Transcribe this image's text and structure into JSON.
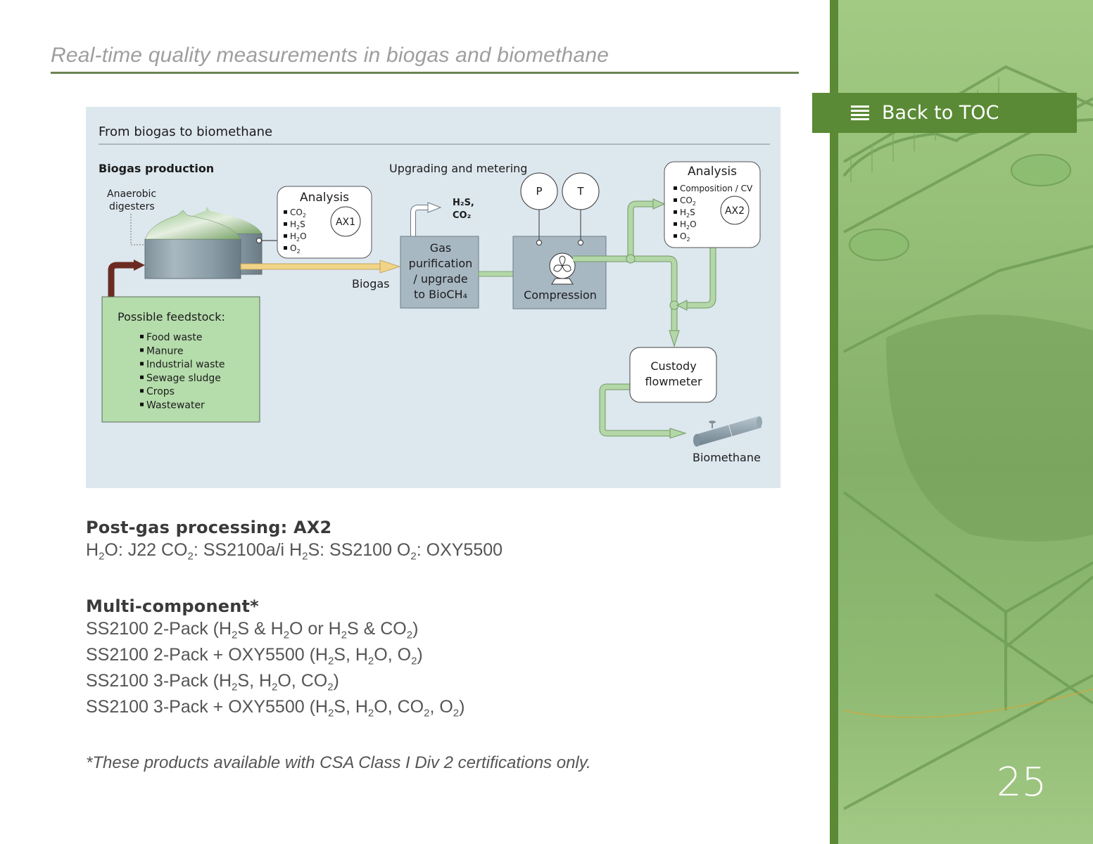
{
  "page": {
    "header_title": "Real-time quality measurements in biogas and biomethane",
    "page_number": "25",
    "back_to_toc_label": "Back to TOC",
    "accent_color": "#5a8a35"
  },
  "figure": {
    "title": "From biogas to biomethane",
    "biogas_production_label": "Biogas production",
    "anaerobic_label_1": "Anaerobic",
    "anaerobic_label_2": "digesters",
    "feedstock": {
      "title": "Possible feedstock:",
      "items": [
        "Food waste",
        "Manure",
        "Industrial waste",
        "Sewage sludge",
        "Crops",
        "Wastewater"
      ]
    },
    "analysis1": {
      "title": "Analysis",
      "items": [
        {
          "base": "CO",
          "sub": "2",
          "rest": ""
        },
        {
          "base": "H",
          "sub": "2",
          "rest": "S"
        },
        {
          "base": "H",
          "sub": "2",
          "rest": "O"
        },
        {
          "base": "O",
          "sub": "2",
          "rest": ""
        }
      ],
      "badge": "AX1"
    },
    "biogas_label": "Biogas",
    "upgrading_label": "Upgrading and metering",
    "exhaust_line1": "H₂S,",
    "exhaust_line2": "CO₂",
    "gas_purification": [
      "Gas",
      "purification",
      "/ upgrade",
      "to BioCH₄"
    ],
    "pressure_label": "P",
    "temperature_label": "T",
    "compression_label": "Compression",
    "analysis2": {
      "title": "Analysis",
      "items": [
        {
          "base": "Composition / CV",
          "sub": "",
          "rest": ""
        },
        {
          "base": "CO",
          "sub": "2",
          "rest": ""
        },
        {
          "base": "H",
          "sub": "2",
          "rest": "S"
        },
        {
          "base": "H",
          "sub": "2",
          "rest": "O"
        },
        {
          "base": "O",
          "sub": "2",
          "rest": ""
        }
      ],
      "badge": "AX2"
    },
    "custody": [
      "Custody",
      "flowmeter"
    ],
    "biomethane_label": "Biomethane"
  },
  "post_gas": {
    "heading": "Post-gas processing: AX2",
    "line": [
      {
        "t": "H"
      },
      {
        "s": "2"
      },
      {
        "t": "O: J22 CO"
      },
      {
        "s": "2"
      },
      {
        "t": ": SS2100a/i H"
      },
      {
        "s": "2"
      },
      {
        "t": "S: SS2100 O"
      },
      {
        "s": "2"
      },
      {
        "t": ": OXY5500"
      }
    ]
  },
  "multi_component": {
    "heading": "Multi-component*",
    "lines": [
      [
        {
          "t": "SS2100 2-Pack (H"
        },
        {
          "s": "2"
        },
        {
          "t": "S & H"
        },
        {
          "s": "2"
        },
        {
          "t": "O or H"
        },
        {
          "s": "2"
        },
        {
          "t": "S & CO"
        },
        {
          "s": "2"
        },
        {
          "t": ")"
        }
      ],
      [
        {
          "t": "SS2100 2-Pack + OXY5500 (H"
        },
        {
          "s": "2"
        },
        {
          "t": "S, H"
        },
        {
          "s": "2"
        },
        {
          "t": "O, O"
        },
        {
          "s": "2"
        },
        {
          "t": ")"
        }
      ],
      [
        {
          "t": "SS2100 3-Pack (H"
        },
        {
          "s": "2"
        },
        {
          "t": "S, H"
        },
        {
          "s": "2"
        },
        {
          "t": "O, CO"
        },
        {
          "s": "2"
        },
        {
          "t": ")"
        }
      ],
      [
        {
          "t": "SS2100 3-Pack + OXY5500 (H"
        },
        {
          "s": "2"
        },
        {
          "t": "S, H"
        },
        {
          "s": "2"
        },
        {
          "t": "O, CO"
        },
        {
          "s": "2"
        },
        {
          "t": ", O"
        },
        {
          "s": "2"
        },
        {
          "t": ")"
        }
      ]
    ]
  },
  "footnote": "*These products available with CSA Class I Div 2 certifications only."
}
